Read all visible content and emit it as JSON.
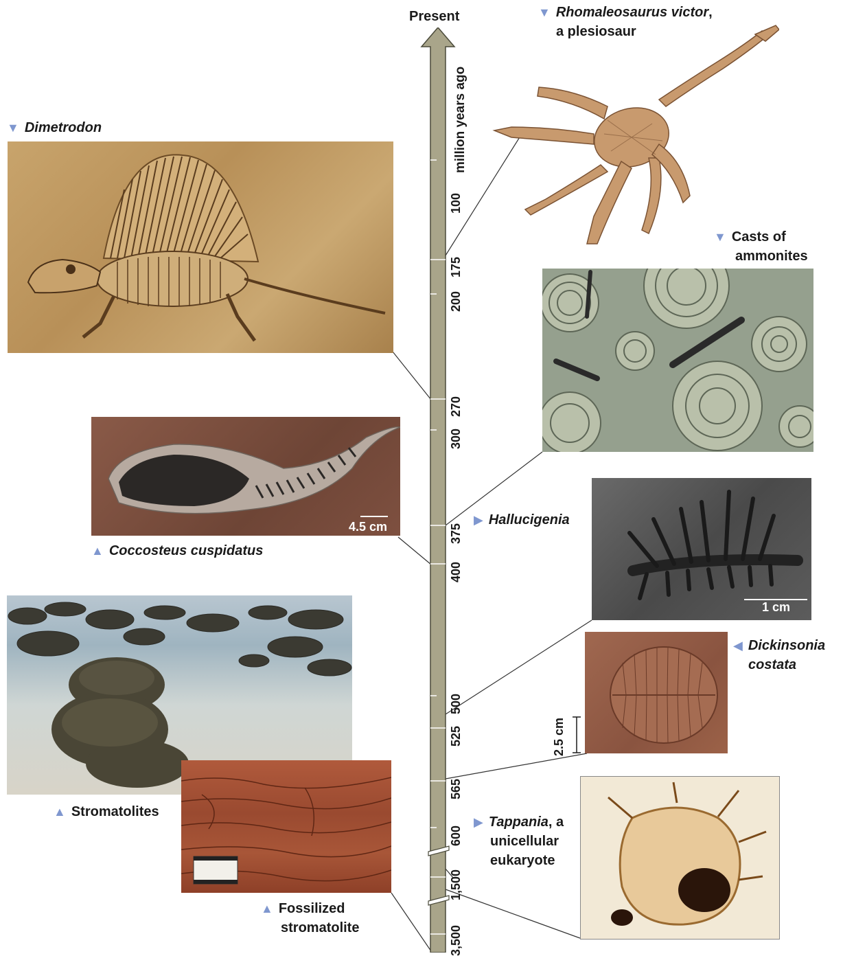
{
  "timeline": {
    "top_label": "Present",
    "axis_label": "million years ago",
    "ticks": [
      "100",
      "175",
      "200",
      "270",
      "300",
      "375",
      "400",
      "500",
      "525",
      "565",
      "600",
      "1,500",
      "3,500"
    ]
  },
  "specimens": {
    "plesiosaur": {
      "name": "Rhomaleosaurus victor",
      "desc": "a plesiosaur",
      "sep": ","
    },
    "dimetrodon": {
      "name": "Dimetrodon"
    },
    "ammonites": {
      "line1": "Casts of",
      "line2": "ammonites"
    },
    "coccosteus": {
      "name": "Coccosteus cuspidatus",
      "scale": "4.5 cm"
    },
    "hallucigenia": {
      "name": "Hallucigenia",
      "scale": "1 cm"
    },
    "dickinsonia": {
      "line1": "Dickinsonia",
      "line2": "costata",
      "scale": "2.5 cm"
    },
    "stromatolites": {
      "name": "Stromatolites"
    },
    "fossilized": {
      "line1": "Fossilized",
      "line2": "stromatolite"
    },
    "tappania": {
      "name": "Tappania",
      "rest1": ", a",
      "line2": "unicellular",
      "line3": "eukaryote"
    }
  },
  "colors": {
    "timeline_fill": "#a9a58a",
    "timeline_stroke": "#4a4a3a",
    "marker": "#7f97cf"
  }
}
